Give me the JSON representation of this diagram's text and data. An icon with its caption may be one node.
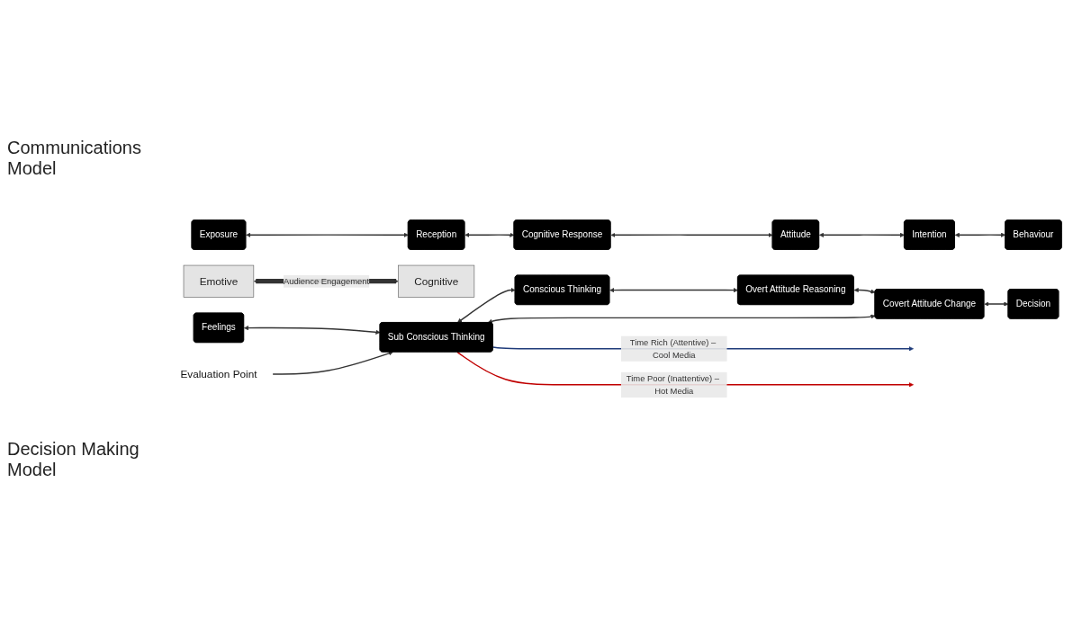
{
  "diagram": {
    "nodes": [
      {
        "text": [
          "Exposure"
        ]
      },
      {
        "text": [
          "Reception"
        ]
      },
      {
        "text": [
          "Cognitive Response"
        ]
      },
      {
        "text": [
          "Attitude"
        ]
      },
      {
        "text": [
          "Intention"
        ]
      },
      {
        "text": [
          "Behaviour"
        ]
      },
      {
        "text": [
          "Emotive"
        ]
      },
      {
        "text": [
          "Cognitive"
        ]
      },
      {
        "text": [
          "Conscious Thinking"
        ]
      },
      {
        "text": [
          "Overt Attitude Reasoning"
        ]
      },
      {
        "text": [
          "Feelings"
        ]
      },
      {
        "text": [
          "Sub Conscious Thinking"
        ]
      },
      {
        "text": [
          "Covert Attitude Change"
        ]
      },
      {
        "text": [
          "Decision"
        ]
      },
      {
        "text": [
          "Evaluation Point"
        ]
      }
    ],
    "edges": [
      {
        "from": 0,
        "to": 1,
        "arrow": "both"
      },
      {
        "from": 1,
        "to": 2,
        "arrow": "both"
      },
      {
        "from": 2,
        "to": 3,
        "arrow": "both"
      },
      {
        "from": 3,
        "to": 4,
        "arrow": "both"
      },
      {
        "from": 4,
        "to": 5,
        "arrow": "both"
      },
      {
        "from": 6,
        "to": 7,
        "arrow": "both",
        "label": "Audience Engagement",
        "style": "thick"
      },
      {
        "from": 11,
        "to": null,
        "arrow": "to",
        "label": "Time Rich (Attentive) – Cool Media",
        "color": "#1f3b7a"
      },
      {
        "from": 11,
        "to": 8,
        "arrow": "both"
      },
      {
        "from": 8,
        "to": 9,
        "arrow": "both"
      },
      {
        "from": 9,
        "to": 12,
        "arrow": "both"
      },
      {
        "from": 10,
        "to": 11,
        "arrow": "both"
      },
      {
        "from": 11,
        "to": 12,
        "arrow": "both"
      },
      {
        "from": 12,
        "to": 13,
        "arrow": "both"
      },
      {
        "from": 14,
        "to": 11,
        "arrow": "to"
      },
      {
        "from": 11,
        "to": null,
        "arrow": "to",
        "label": "Time Poor (Inattentive) – Hot Media",
        "color": "#c00000"
      }
    ],
    "labels": [
      "Communications Model",
      "Decision Making Model"
    ]
  }
}
